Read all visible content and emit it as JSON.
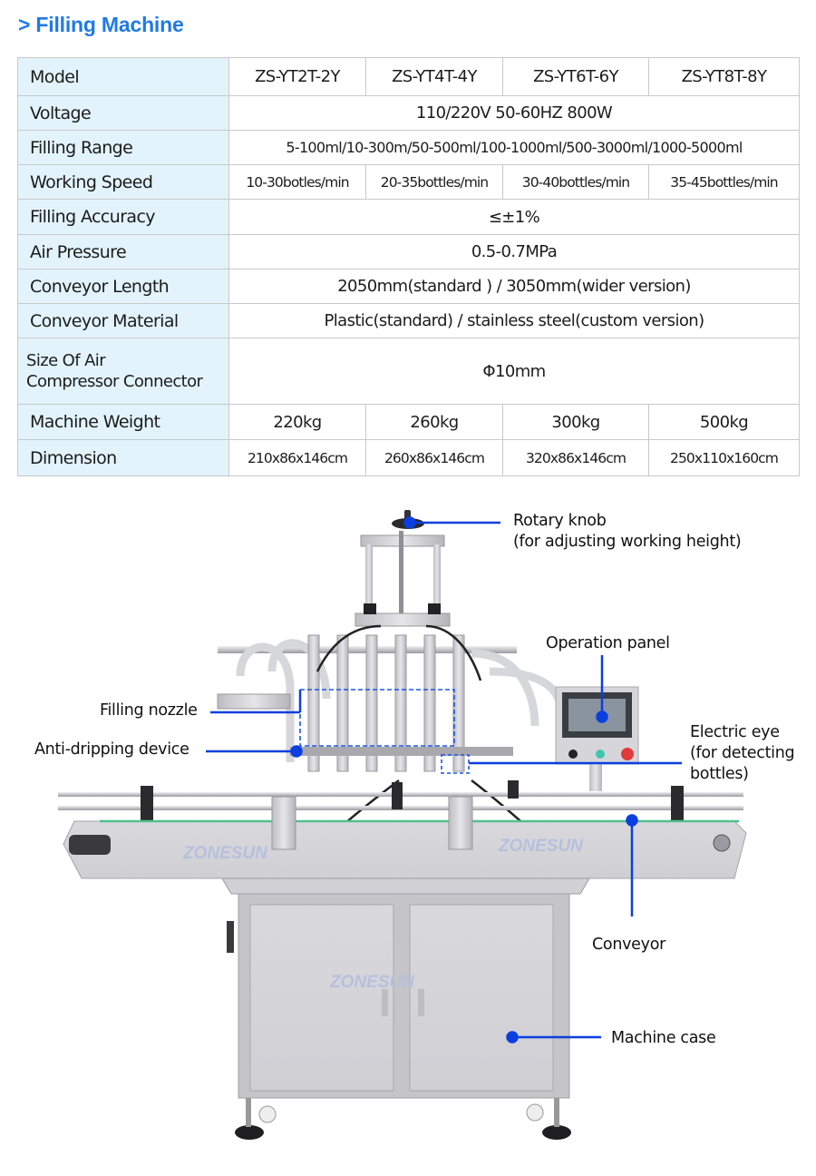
{
  "header": {
    "title": "> Filling Machine"
  },
  "spec_table": {
    "models": [
      "ZS-YT2T-2Y",
      "ZS-YT4T-4Y",
      "ZS-YT6T-6Y",
      "ZS-YT8T-8Y"
    ],
    "rows": {
      "model": {
        "label": "Model"
      },
      "voltage": {
        "label": "Voltage",
        "value": "110/220V 50-60HZ 800W"
      },
      "filling_range": {
        "label": "Filling Range",
        "value": "5-100ml/10-300m/50-500ml/100-1000ml/500-3000ml/1000-5000ml"
      },
      "working_speed": {
        "label": "Working Speed",
        "values": [
          "10-30botles/min",
          "20-35bottles/min",
          "30-40bottles/min",
          "35-45bottles/min"
        ]
      },
      "filling_accuracy": {
        "label": "Filling Accuracy",
        "value": "≤±1%"
      },
      "air_pressure": {
        "label": "Air Pressure",
        "value": "0.5-0.7MPa"
      },
      "conveyor_length": {
        "label": "Conveyor Length",
        "value": "2050mm(standard ) / 3050mm(wider version)"
      },
      "conveyor_material": {
        "label": "Conveyor Material",
        "value": "Plastic(standard) / stainless steel(custom version)"
      },
      "air_compressor": {
        "label_line1": "Size Of Air",
        "label_line2": "Compressor Connector",
        "value": "Φ10mm"
      },
      "machine_weight": {
        "label": "Machine Weight",
        "values": [
          "220kg",
          "260kg",
          "300kg",
          "500kg"
        ]
      },
      "dimension": {
        "label": "Dimension",
        "values": [
          "210x86x146cm",
          "260x86x146cm",
          "320x86x146cm",
          "250x110x160cm"
        ]
      }
    }
  },
  "diagram": {
    "brand_watermark": "ZONESUN",
    "accent_color": "#0b3fe0",
    "callouts": {
      "rotary_knob": {
        "line1": "Rotary knob",
        "line2": "(for adjusting working height)"
      },
      "operation_panel": {
        "line1": "Operation panel"
      },
      "filling_nozzle": {
        "line1": "Filling nozzle"
      },
      "anti_dripping": {
        "line1": "Anti-dripping device"
      },
      "electric_eye": {
        "line1": "Electric eye",
        "line2": "(for detecting",
        "line3": "bottles)"
      },
      "conveyor": {
        "line1": "Conveyor"
      },
      "machine_case": {
        "line1": "Machine case"
      }
    }
  }
}
